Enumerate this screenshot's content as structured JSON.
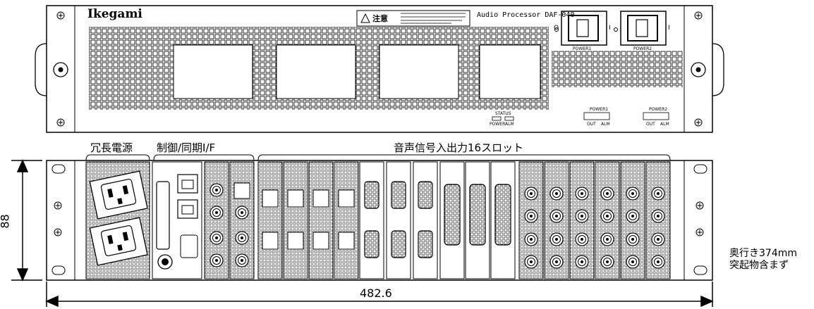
{
  "front_panel": {
    "brand": "Ikegami",
    "caution_label": "注意",
    "model": "Audio Processor DAF-040",
    "power1_label": "POWER1",
    "power2_label": "POWER2",
    "status_title": "STATUS",
    "status_power": "POWER",
    "status_alm": "ALM",
    "psu1_out": "OUT",
    "psu1_alm": "ALM",
    "psu2_out": "OUT",
    "psu2_alm": "ALM",
    "switch_on": "I",
    "switch_off": "O"
  },
  "rear_sections": {
    "psu": "冗長電源",
    "control": "制御/同期I/F",
    "audio": "音声信号入出力16スロット"
  },
  "dimensions": {
    "height": "88",
    "width": "482.6",
    "depth_line1": "奥行き374mm",
    "depth_line2": "突起物含まず"
  },
  "colors": {
    "line": "#000000",
    "panel_fill": "#ffffff"
  }
}
